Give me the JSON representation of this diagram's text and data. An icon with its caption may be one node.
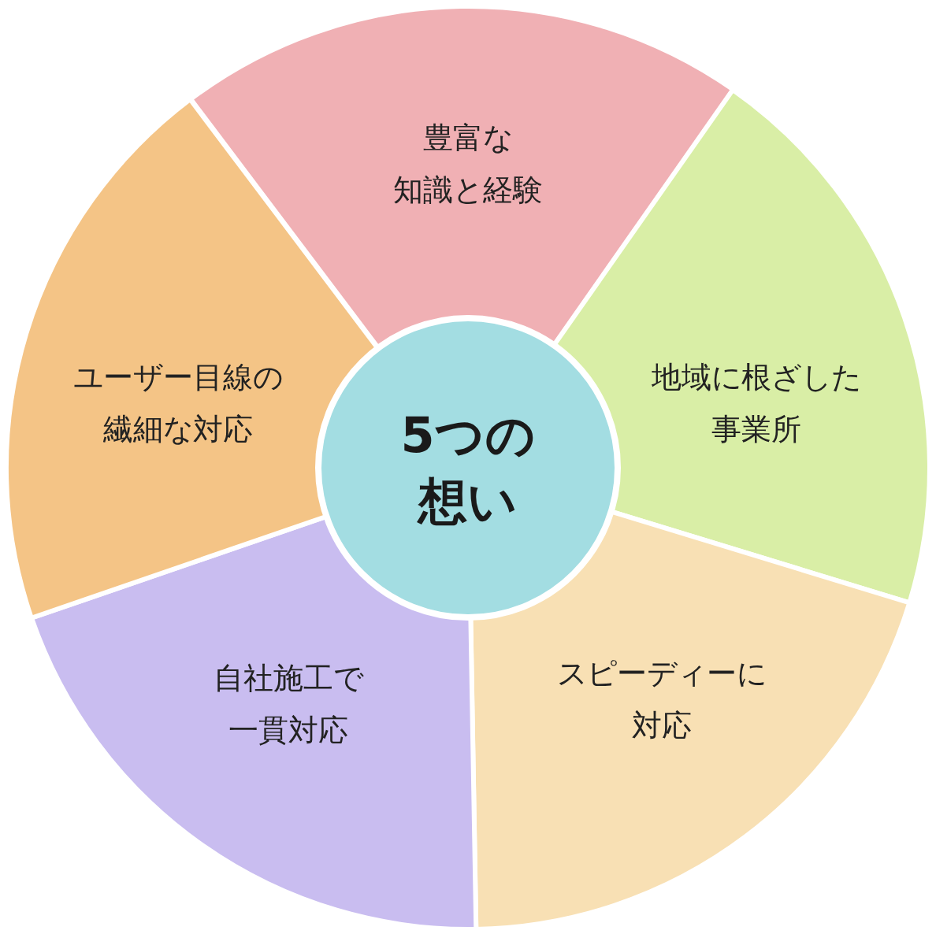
{
  "diagram": {
    "nodes": [
      {
        "text": [
          "5つの想い"
        ]
      },
      {
        "text": [
          "豊富な知識と経験"
        ]
      },
      {
        "text": [
          "地域に根ざした事業所"
        ]
      },
      {
        "text": [
          "スピーディーに対応"
        ]
      },
      {
        "text": [
          "自社施工で一貫対応"
        ]
      },
      {
        "text": [
          "ユーザー目線の繊細な対応"
        ]
      }
    ]
  }
}
